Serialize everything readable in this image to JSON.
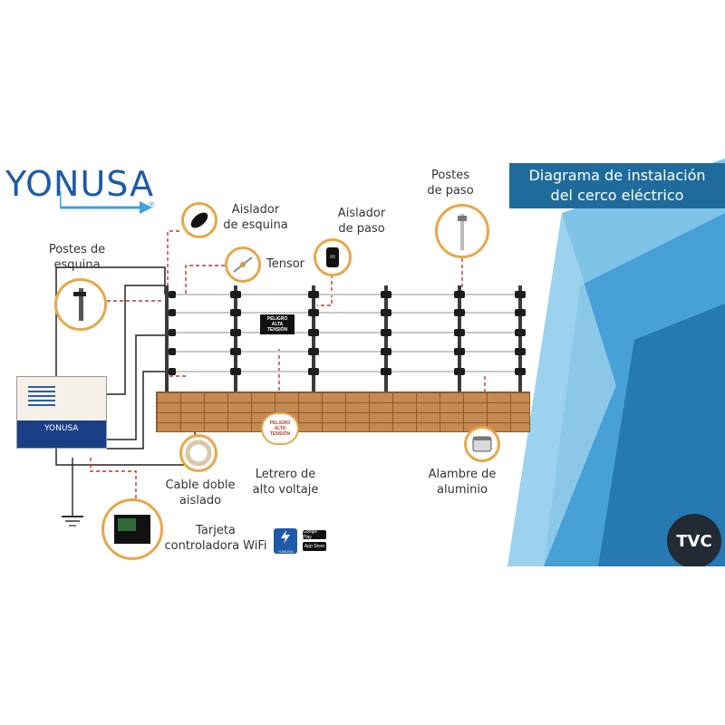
{
  "brand": {
    "logo_text": "YONUSA",
    "logo_mark": "®",
    "device_logo": "YONUSA",
    "app_logo": "YONUSA"
  },
  "title": {
    "line1": "Diagrama de instalación",
    "line2": "del cerco eléctrico"
  },
  "labels": {
    "postes_esquina": [
      "Postes de",
      "esquina"
    ],
    "aislador_esquina": [
      "Aislador",
      "de esquina"
    ],
    "tensor": "Tensor",
    "aislador_paso": [
      "Aislador",
      "de paso"
    ],
    "postes_paso": [
      "Postes",
      "de paso"
    ],
    "cable_doble": [
      "Cable doble",
      "aislado"
    ],
    "letrero": [
      "Letrero de",
      "alto voltaje"
    ],
    "alambre": [
      "Alambre de",
      "aluminio"
    ],
    "tarjeta": [
      "Tarjeta",
      "controladora WiFi"
    ]
  },
  "sign": {
    "line1": "PELIGRO",
    "line2": "ALTA",
    "line3": "TENSIÓN"
  },
  "wall_sign": {
    "line1": "PELIGRO",
    "line2": "ALTA",
    "line3": "TENSIÓN"
  },
  "corner_badge": "TVC",
  "store_badges": [
    "Google Play",
    "App Store"
  ],
  "colors": {
    "title_bg": "#1f6c9c",
    "accent_orange": "#e8a64a",
    "brick": "#c58a52",
    "leader_red": "#c0392b",
    "logo_blue": "#1e5aa8"
  }
}
